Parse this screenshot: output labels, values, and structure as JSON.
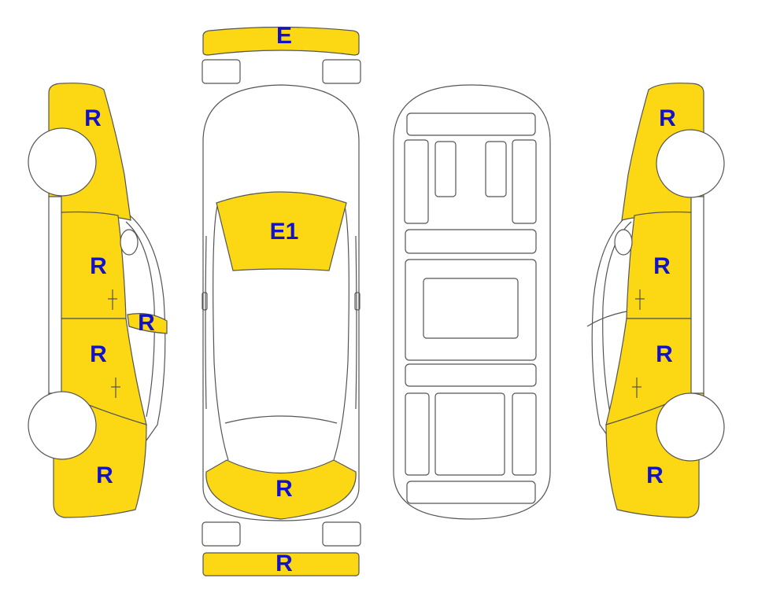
{
  "colors": {
    "highlight": "#FCD814",
    "label": "#1212C8",
    "outline": "#555555",
    "background": "#FFFFFF"
  },
  "labels": {
    "front_bumper": "E",
    "hood": "E1",
    "trunk": "R",
    "rear_bumper": "R",
    "left_front_fender": "R",
    "left_front_door": "R",
    "left_mirror": "R",
    "left_rear_door": "R",
    "left_rear_quarter": "R",
    "right_front_fender": "R",
    "right_front_door": "R",
    "right_rear_door": "R",
    "right_rear_quarter": "R"
  }
}
